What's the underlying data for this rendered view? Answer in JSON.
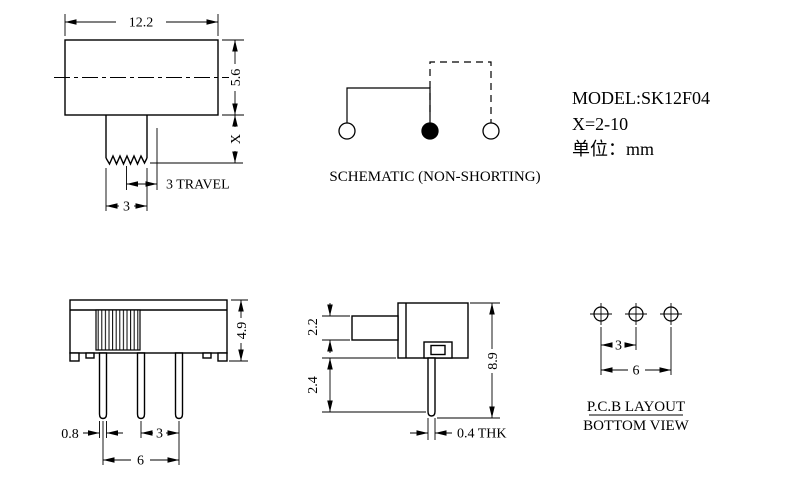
{
  "style": {
    "ink": "#000000",
    "background": "#ffffff"
  },
  "title_block": {
    "model": "MODEL:SK12F04",
    "x_spec": "X=2-10",
    "unit_label": "单位：mm"
  },
  "schematic": {
    "caption": "SCHEMATIC (NON-SHORTING)",
    "poles": [
      "open-terminal",
      "filled-terminal",
      "open-terminal"
    ]
  },
  "top_view": {
    "dim_width": "12.2",
    "dim_height": "5.6",
    "dim_x": "X",
    "dim_travel": "3 TRAVEL",
    "dim_stem": "3"
  },
  "front_view": {
    "dim_height": "4.9",
    "dim_pin_width": "0.8",
    "dim_pitch": "3",
    "dim_span": "6"
  },
  "side_view": {
    "dim_knob": "2.2",
    "dim_offset": "2.4",
    "dim_height": "8.9",
    "dim_thk": "0.4 THK"
  },
  "pcb": {
    "dim_pitch": "3",
    "dim_span": "6",
    "title": "P.C.B LAYOUT",
    "subtitle": "BOTTOM VIEW"
  }
}
